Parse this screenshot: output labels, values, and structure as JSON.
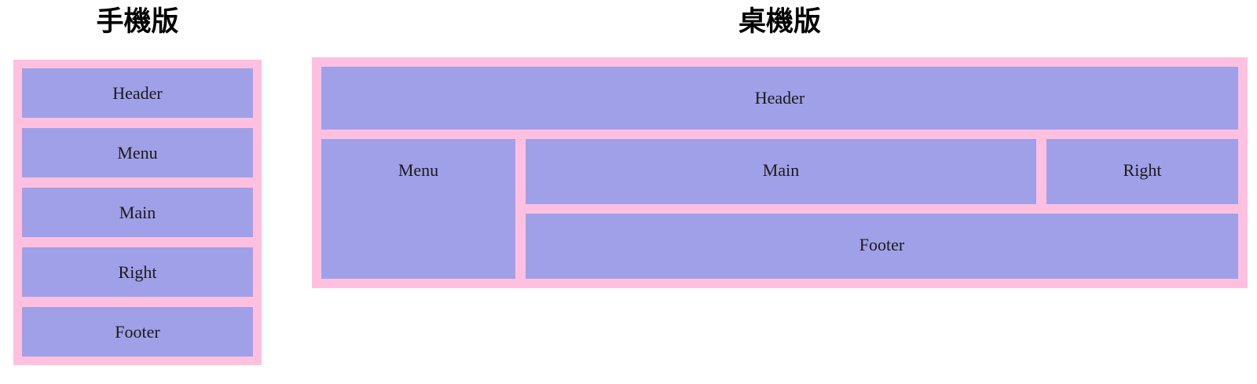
{
  "colors": {
    "page_background": "#ffffff",
    "container_pink": "#ffc0e0",
    "box_purple": "#a0a0e8",
    "label_text": "#1a1a1a",
    "title_text": "#000000"
  },
  "mobile": {
    "title": "手機版",
    "boxes": [
      {
        "label": "Header"
      },
      {
        "label": "Menu"
      },
      {
        "label": "Main"
      },
      {
        "label": "Right"
      },
      {
        "label": "Footer"
      }
    ]
  },
  "desktop": {
    "title": "桌機版",
    "boxes": {
      "header": {
        "label": "Header"
      },
      "menu": {
        "label": "Menu"
      },
      "main": {
        "label": "Main"
      },
      "right": {
        "label": "Right"
      },
      "footer": {
        "label": "Footer"
      }
    }
  }
}
